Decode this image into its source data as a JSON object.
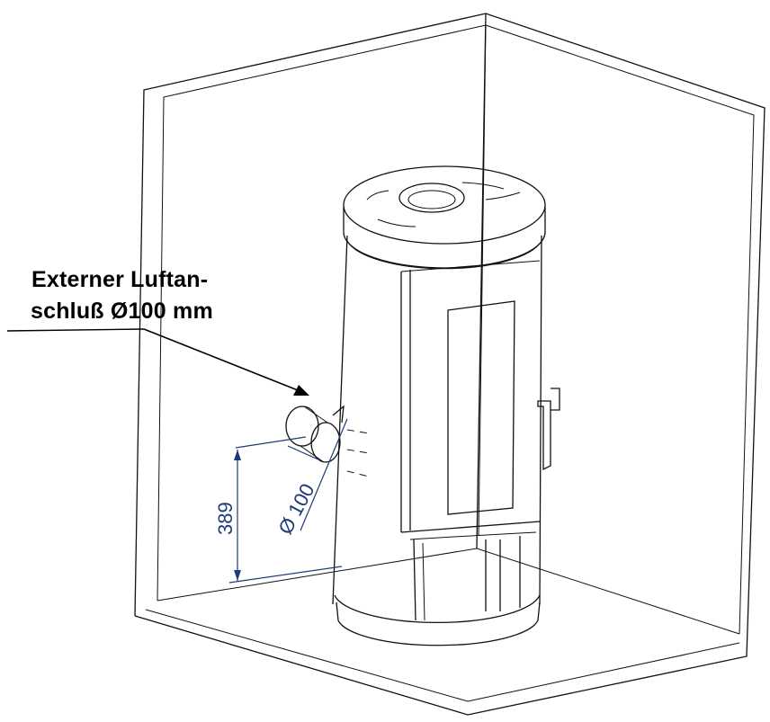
{
  "callout": {
    "line1": "Externer Luftan-",
    "line2": "schluß Ø100 mm"
  },
  "dimensions": {
    "height": "389",
    "diameter": "Ø 100"
  },
  "colors": {
    "lines": "#111111",
    "dimension": "#1f3a78",
    "background": "#ffffff"
  }
}
